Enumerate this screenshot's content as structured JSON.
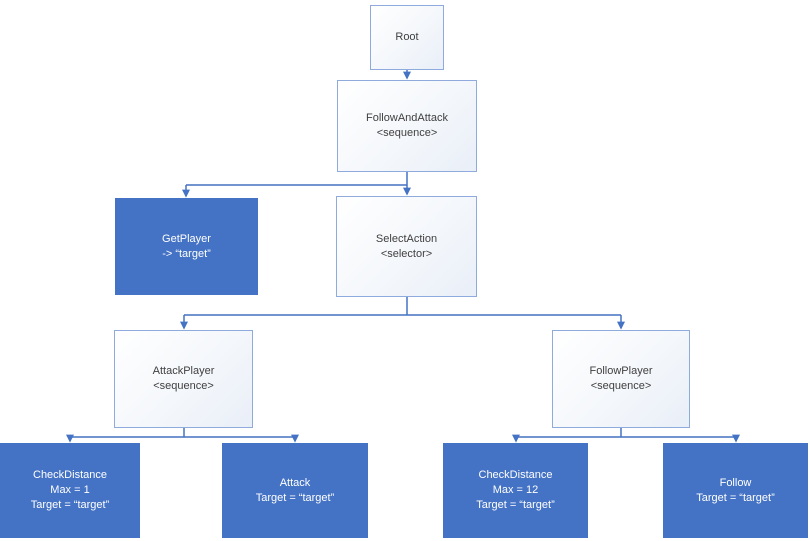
{
  "diagram": {
    "type": "behavior-tree",
    "colors": {
      "accent": "#4472C4",
      "light_border": "#8FAADC",
      "light_fill_top": "#FFFFFF",
      "light_fill_bottom": "#E9EFF8",
      "solid_fill": "#4472C4",
      "text_dark": "#404040",
      "text_light": "#FFFFFF"
    },
    "nodes": {
      "root": {
        "lines": [
          "Root"
        ]
      },
      "follow_and_attack": {
        "lines": [
          "FollowAndAttack",
          "<sequence>"
        ]
      },
      "get_player": {
        "lines": [
          "GetPlayer",
          "-> “target”"
        ]
      },
      "select_action": {
        "lines": [
          "SelectAction",
          "<selector>"
        ]
      },
      "attack_player": {
        "lines": [
          "AttackPlayer",
          "<sequence>"
        ]
      },
      "follow_player": {
        "lines": [
          "FollowPlayer",
          "<sequence>"
        ]
      },
      "check_distance_attack": {
        "lines": [
          "CheckDistance",
          "Max = 1",
          "Target = “target”"
        ]
      },
      "attack": {
        "lines": [
          "Attack",
          "Target = “target”"
        ]
      },
      "check_distance_follow": {
        "lines": [
          "CheckDistance",
          "Max = 12",
          "Target = “target”"
        ]
      },
      "follow": {
        "lines": [
          "Follow",
          "Target = “target”"
        ]
      }
    },
    "edges": [
      {
        "from": "root",
        "to": "follow_and_attack"
      },
      {
        "from": "follow_and_attack",
        "to": "get_player"
      },
      {
        "from": "follow_and_attack",
        "to": "select_action"
      },
      {
        "from": "select_action",
        "to": "attack_player"
      },
      {
        "from": "select_action",
        "to": "follow_player"
      },
      {
        "from": "attack_player",
        "to": "check_distance_attack"
      },
      {
        "from": "attack_player",
        "to": "attack"
      },
      {
        "from": "follow_player",
        "to": "check_distance_follow"
      },
      {
        "from": "follow_player",
        "to": "follow"
      }
    ]
  }
}
